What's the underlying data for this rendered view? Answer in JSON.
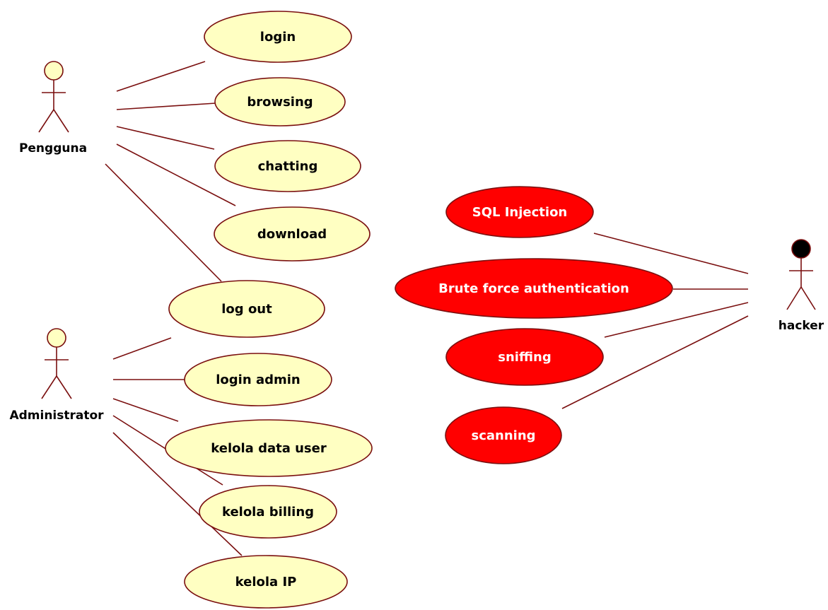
{
  "colors": {
    "line": "#7a0f0f",
    "use_case_fill": "#ffffc2",
    "threat_fill": "#ff0000",
    "text_dark": "#000000",
    "text_light": "#ffffff",
    "actor_head_user": "#ffffc2",
    "actor_head_hacker": "#000000"
  },
  "actors": {
    "pengguna": {
      "label": "Pengguna"
    },
    "administrator": {
      "label": "Administrator"
    },
    "hacker": {
      "label": "hacker"
    }
  },
  "use_cases": {
    "login": "login",
    "browsing": "browsing",
    "chatting": "chatting",
    "download": "download",
    "log_out": "log out",
    "login_admin": "login admin",
    "kelola_data_user": "kelola data user",
    "kelola_billing": "kelola billing",
    "kelola_ip": "kelola IP"
  },
  "threats": {
    "sql_injection": "SQL Injection",
    "brute_force": "Brute force authentication",
    "sniffing": "sniffing",
    "scanning": "scanning"
  }
}
